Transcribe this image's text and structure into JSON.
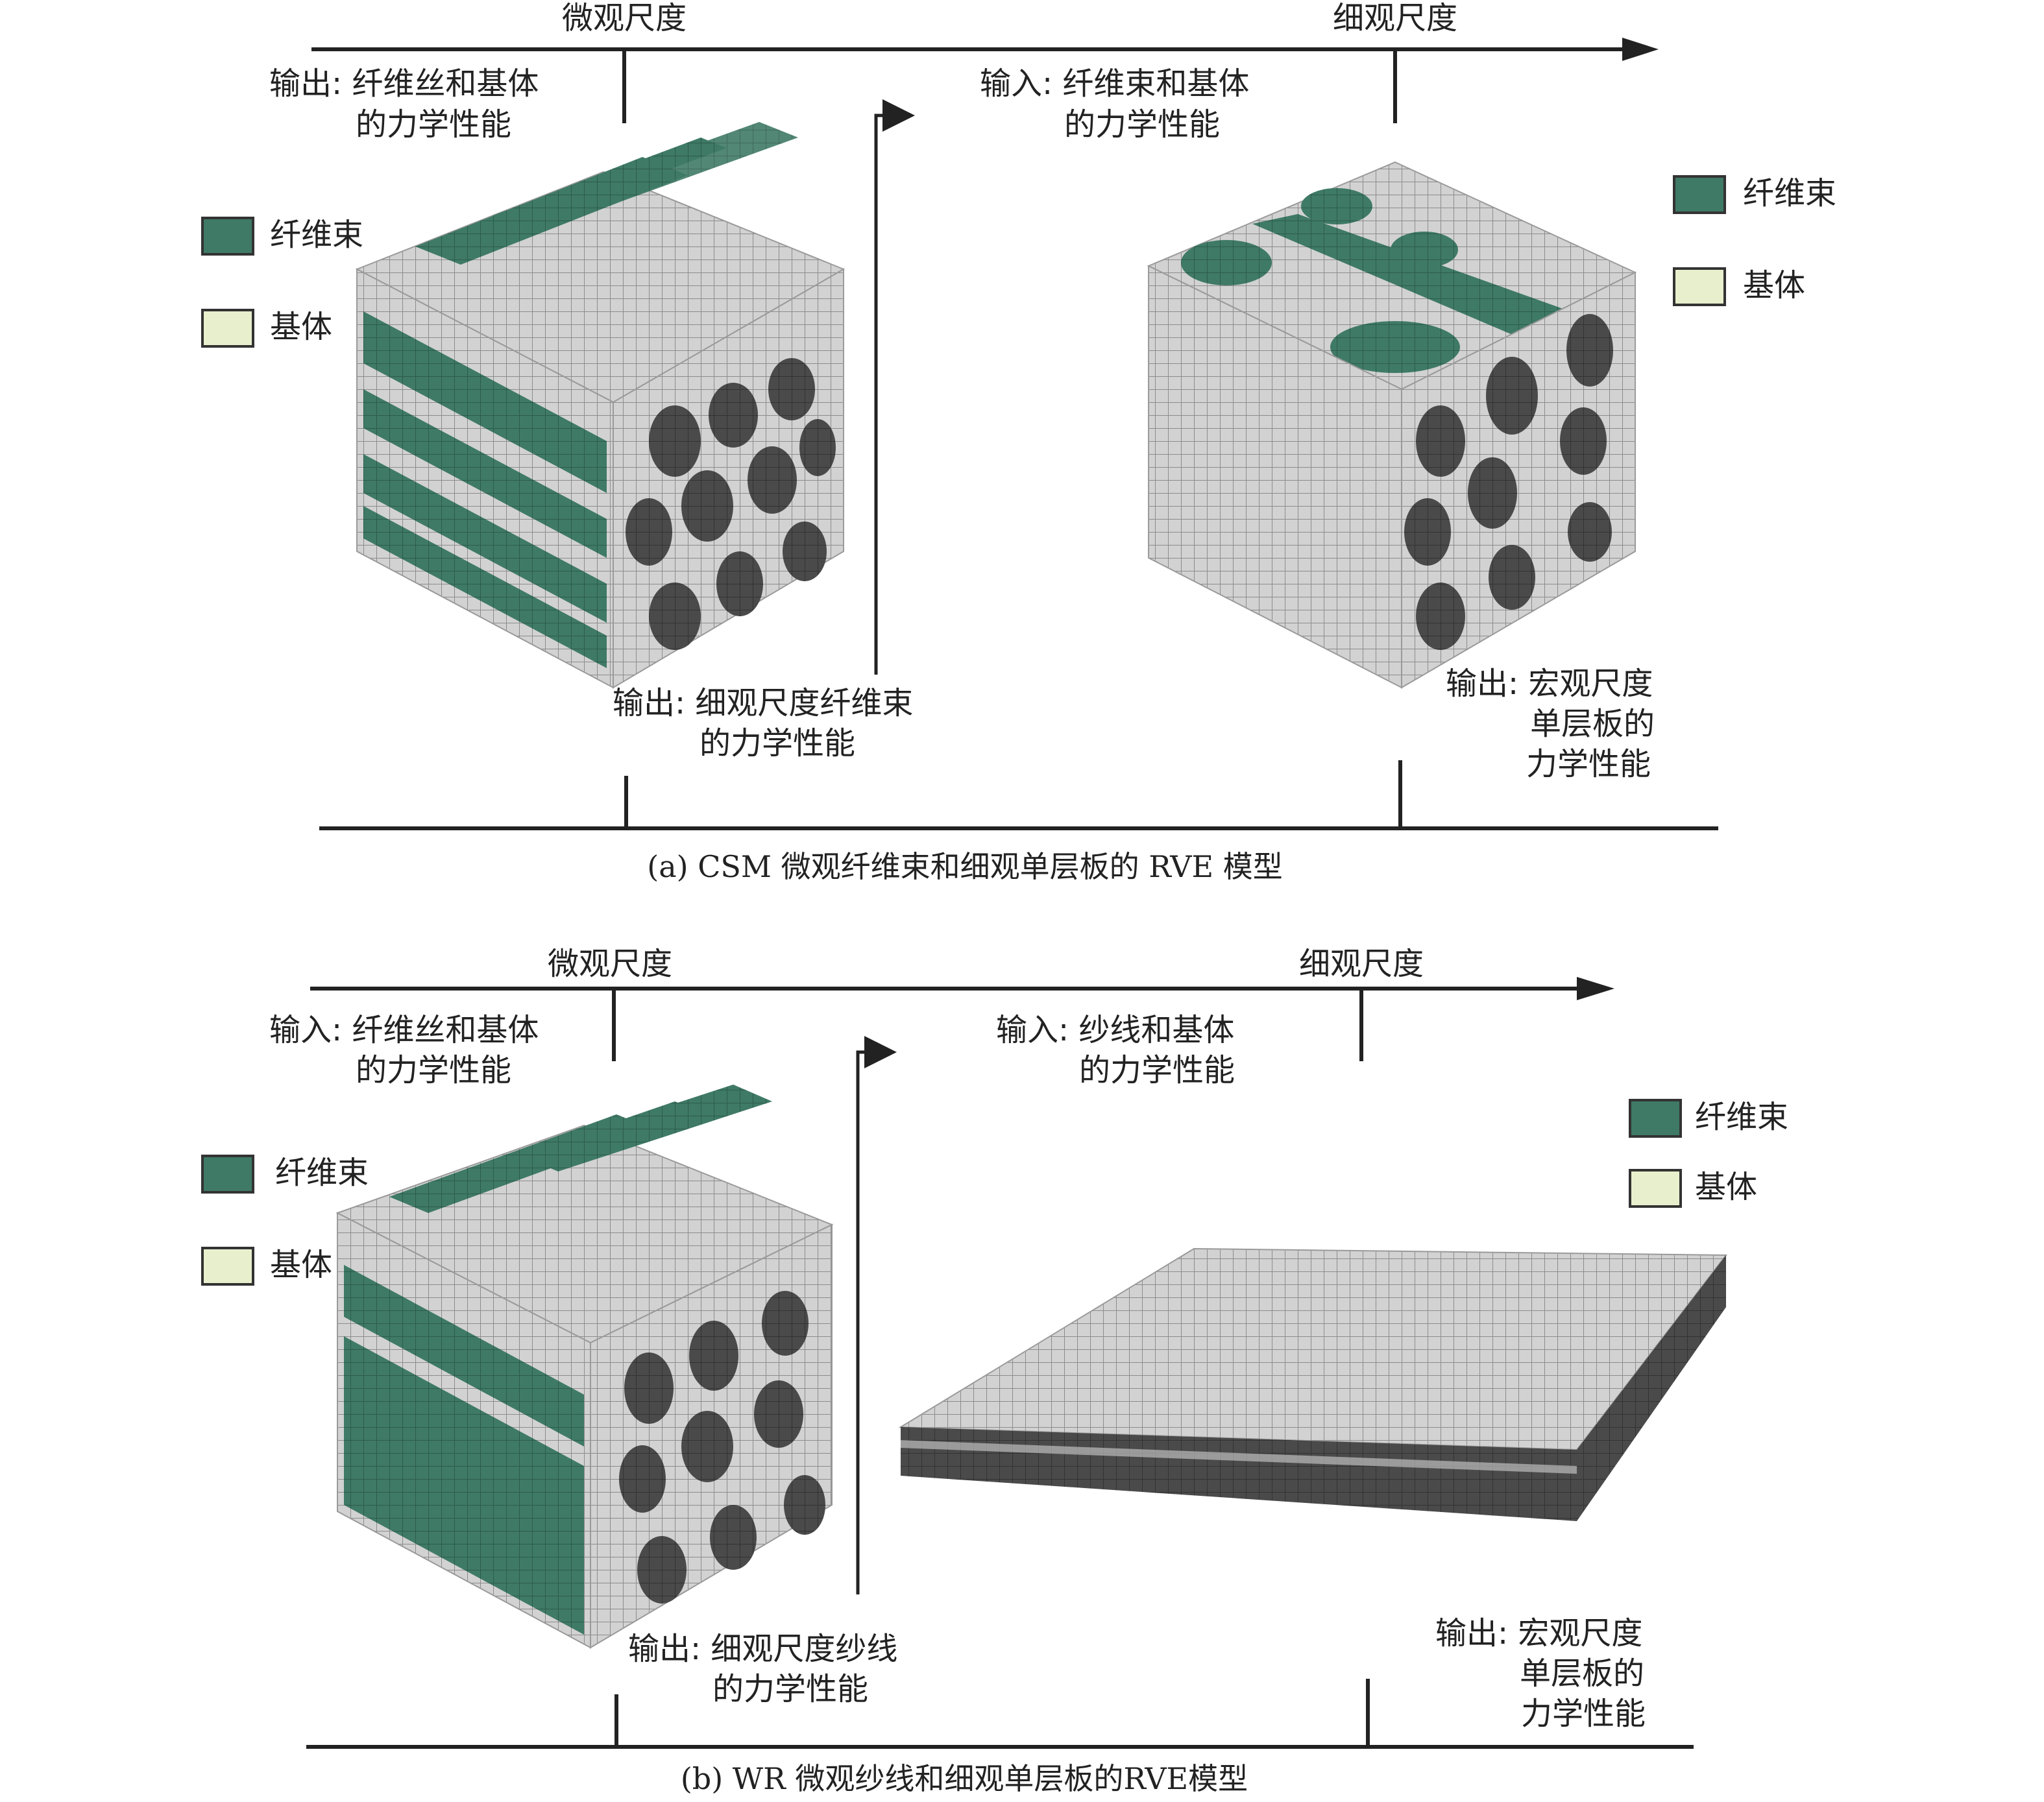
{
  "colors": {
    "fiber_bundle": "#3f7a66",
    "matrix": "#e8efcc",
    "mesh_light": "#cfcfcf",
    "mesh_dark": "#454545",
    "text": "#222222"
  },
  "panel_a": {
    "scale_micro": "微观尺度",
    "scale_meso": "细观尺度",
    "output_micro_line1": "输出: 纤维丝和基体",
    "output_micro_line2": "的力学性能",
    "input_meso_line1": "输入: 纤维束和基体",
    "input_meso_line2": "的力学性能",
    "output_meso_line1": "输出: 细观尺度纤维束",
    "output_meso_line2": "的力学性能",
    "output_macro_line1": "输出: 宏观尺度",
    "output_macro_line2": "单层板的",
    "output_macro_line3": "力学性能",
    "legend_left_fiber": "纤维束",
    "legend_left_matrix": "基体",
    "legend_right_fiber": "纤维束",
    "legend_right_matrix": "基体",
    "caption": "(a) CSM 微观纤维束和细观单层板的 RVE 模型"
  },
  "panel_b": {
    "scale_micro": "微观尺度",
    "scale_meso": "细观尺度",
    "input_micro_line1": "输入: 纤维丝和基体",
    "input_micro_line2": "的力学性能",
    "input_meso_line1": "输入: 纱线和基体",
    "input_meso_line2": "的力学性能",
    "output_meso_line1": "输出: 细观尺度纱线",
    "output_meso_line2": "的力学性能",
    "output_macro_line1": "输出: 宏观尺度",
    "output_macro_line2": "单层板的",
    "output_macro_line3": "力学性能",
    "legend_left_fiber": "纤维束",
    "legend_left_matrix": "基体",
    "legend_right_fiber": "纤维束",
    "legend_right_matrix": "基体",
    "caption": "(b) WR 微观纱线和细观单层板的RVE模型"
  }
}
